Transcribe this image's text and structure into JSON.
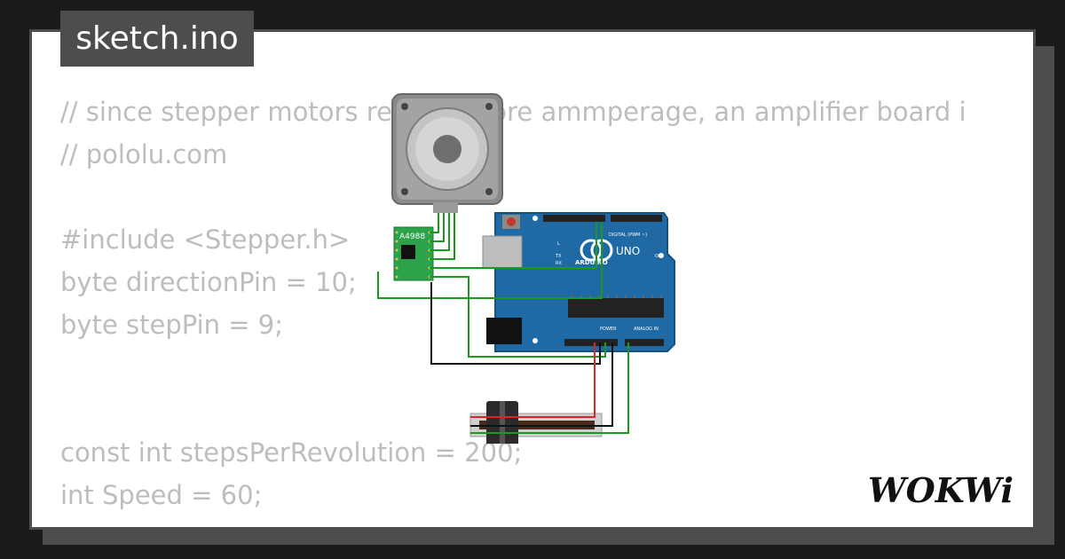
{
  "tab": {
    "label": "sketch.ino"
  },
  "code_lines": [
    "// since stepper motors require more ammperage, an amplifier board i",
    "// pololu.com",
    "",
    "#include <Stepper.h>",
    "byte directionPin = 10;",
    "byte stepPin = 9;",
    "",
    "",
    "const int stepsPerRevolution = 200;",
    "int Speed = 60;"
  ],
  "circuit": {
    "driver_label": "A4988",
    "board_brand": "ARDUINO",
    "board_model": "UNO",
    "digital_header": "DIGITAL (PWM ~)",
    "power_header": "POWER",
    "analog_header": "ANALOG IN",
    "on_label": "ON",
    "tx_label": "TX",
    "rx_label": "RX",
    "l_label": "L"
  },
  "brand": {
    "logo_text": "WOKWi"
  },
  "colors": {
    "background": "#1b1b1b",
    "frame": "#4d4d4d",
    "card": "#ffffff",
    "code_text": "#bdbdbd",
    "arduino_blue": "#1f6aa5",
    "driver_green": "#2ca24b",
    "wire_green": "#1a9a1a",
    "wire_red": "#d62828",
    "wire_black": "#111111"
  }
}
